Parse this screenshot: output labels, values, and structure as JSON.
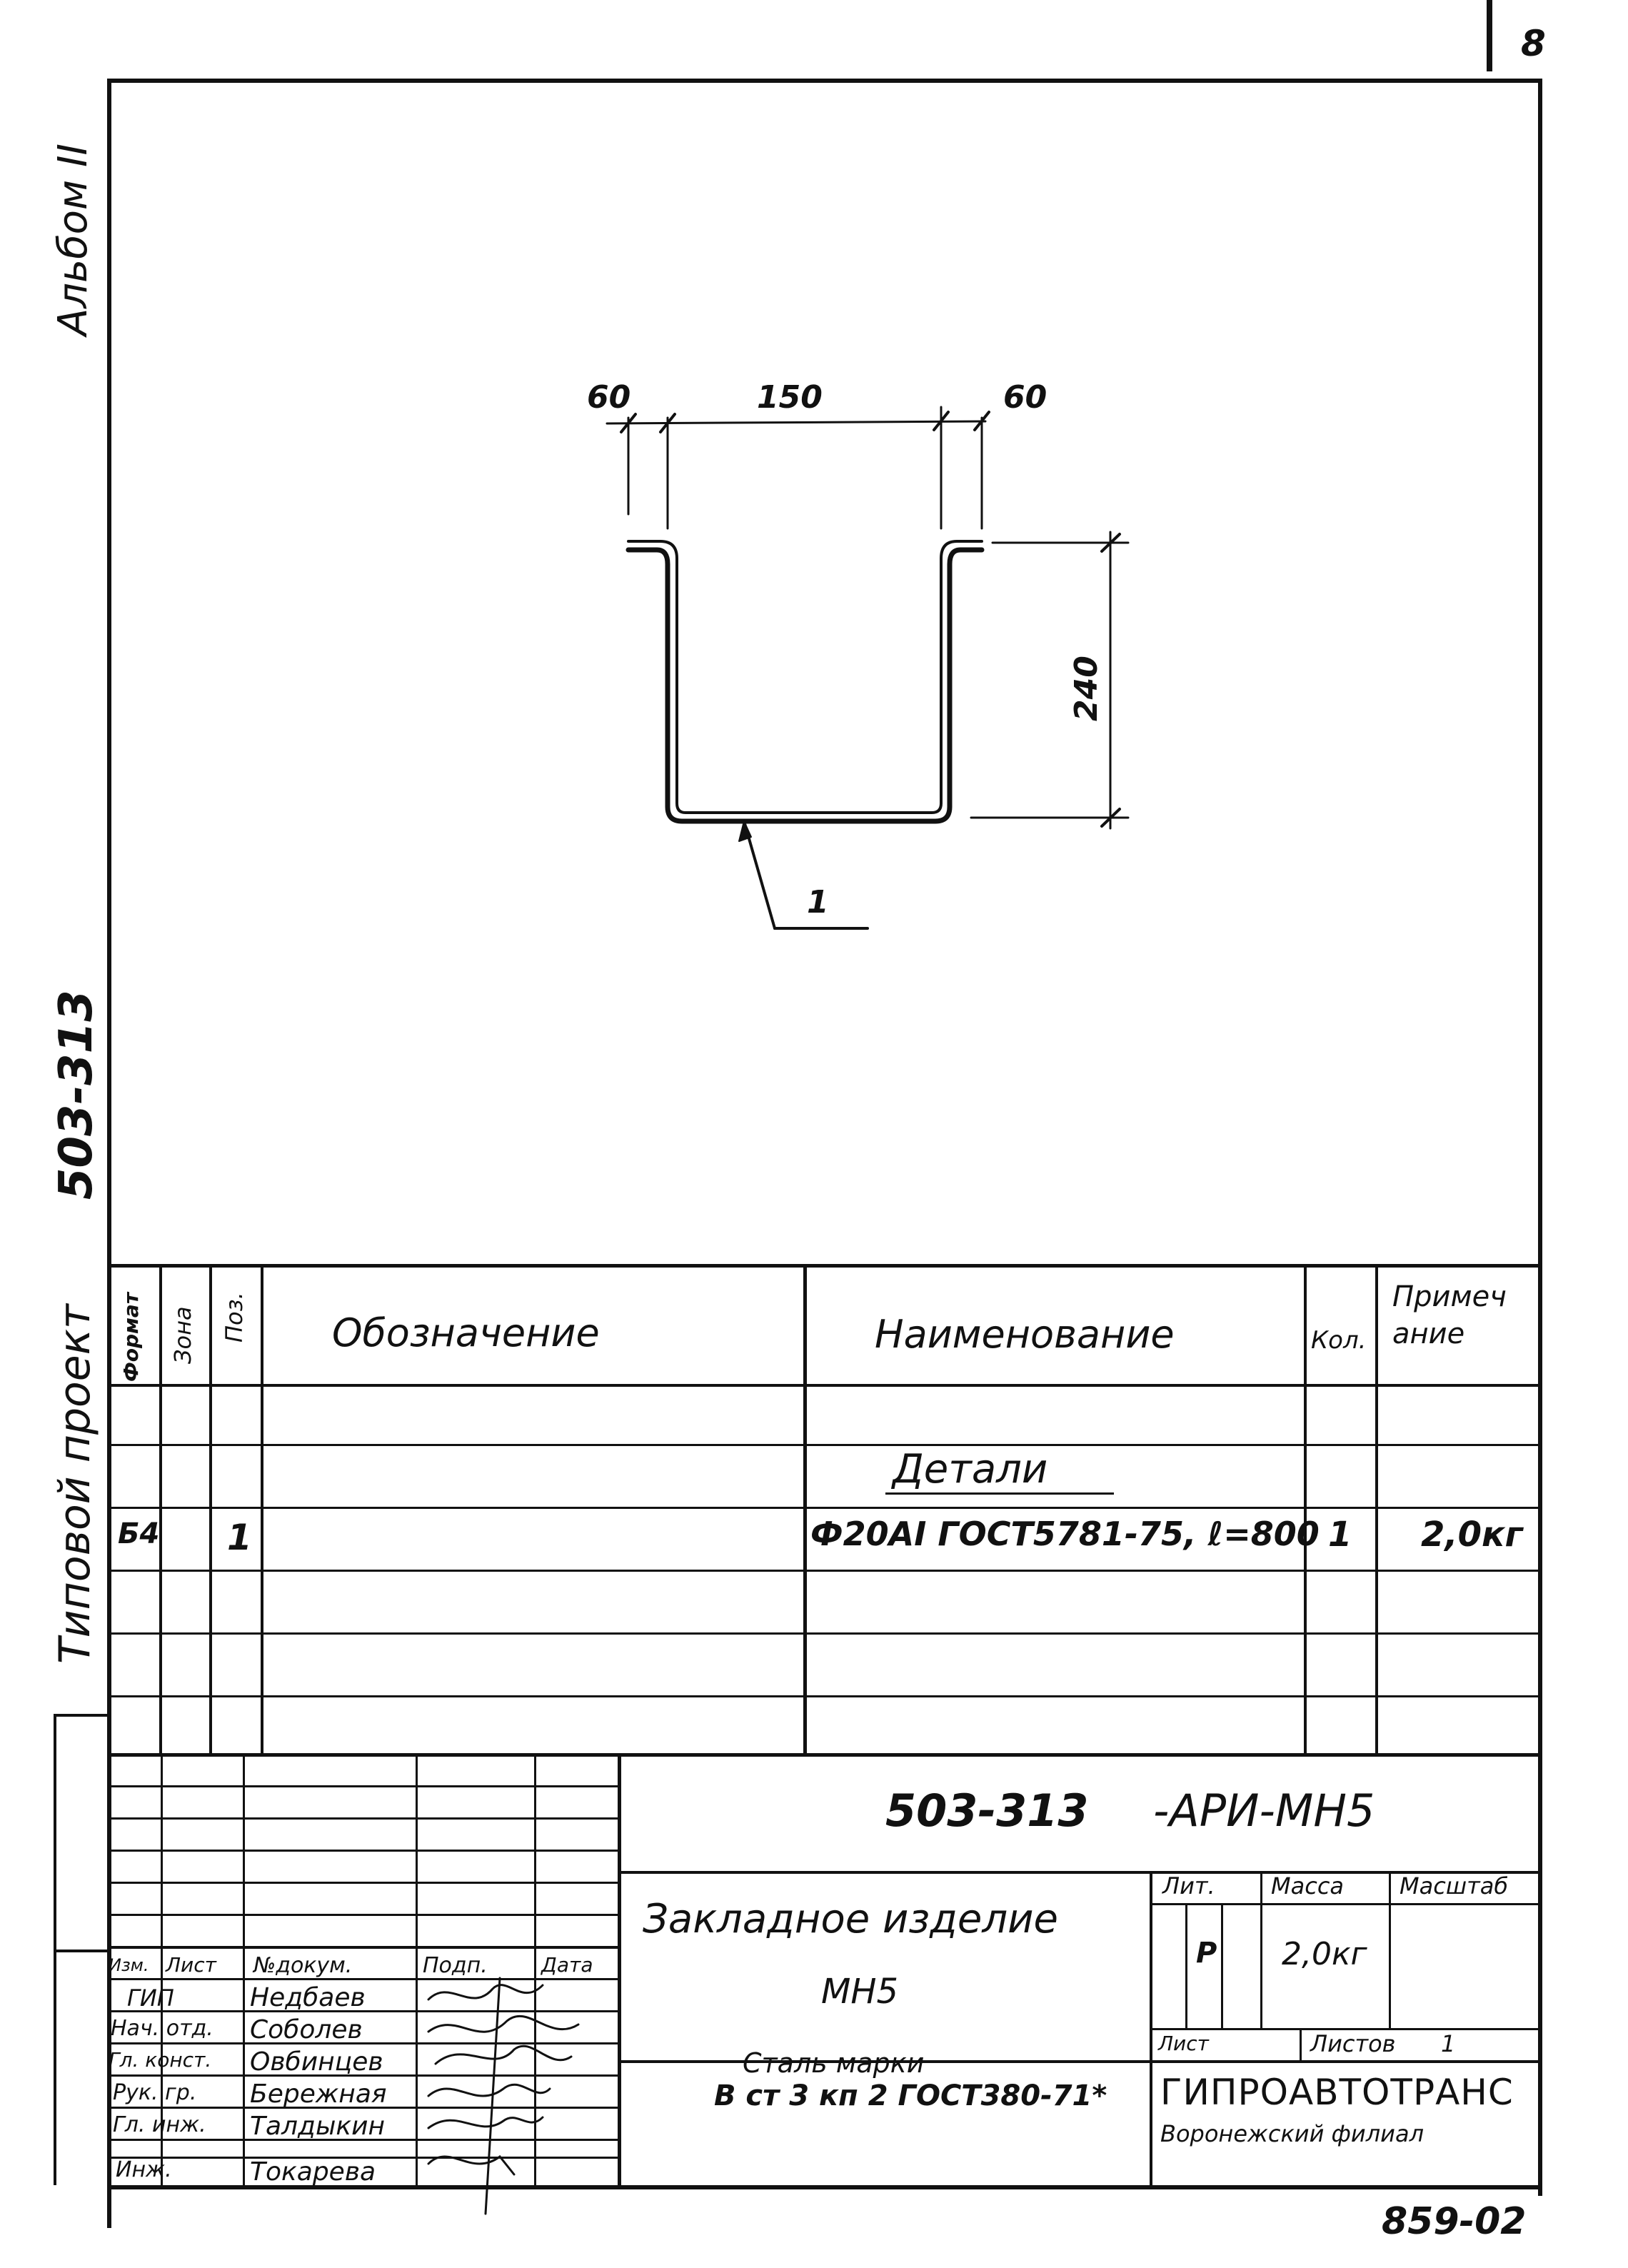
{
  "sheet_number": "8",
  "archive_number": "859-02",
  "margin": {
    "album": "Альбом II",
    "project_code": "503-313",
    "project_label": "Типовой проект"
  },
  "drawing": {
    "dim_left": "60",
    "dim_mid": "150",
    "dim_right": "60",
    "dim_height": "240",
    "position_callout": "1"
  },
  "spec_table": {
    "headers": {
      "format": "Формат",
      "zone": "Зона",
      "pos": "Поз.",
      "designation": "Обозначение",
      "name": "Наименование",
      "qty": "Кол.",
      "note": "Примечание"
    },
    "section_title": "Детали",
    "rows": [
      {
        "format": "Б4",
        "zone": "",
        "pos": "1",
        "designation": "",
        "name": "Ф20АI ГОСТ5781-75, ℓ=800",
        "qty": "1",
        "note": "2,0кг"
      }
    ]
  },
  "title_block": {
    "doc_code": "503-313",
    "doc_suffix": "-АРИ-МН5",
    "title_line1": "Закладное изделие",
    "title_line2": "МН5",
    "material_line1": "Сталь марки",
    "material_line2": "В ст 3 кп 2 ГОСТ380-71*",
    "org_name": "ГИПРОАВТОТРАНС",
    "org_branch": "Воронежский филиал",
    "col_headers": {
      "izm": "Изм.",
      "list": "Лист",
      "doc": "№докум.",
      "sign": "Подп.",
      "date": "Дата"
    },
    "lit_label": "Лит.",
    "mass_label": "Масса",
    "scale_label": "Масштаб",
    "lit_value": "Р",
    "mass_value": "2,0кг",
    "sheet_label": "Лист",
    "sheets_label": "Листов",
    "sheets_value": "1",
    "people": [
      {
        "role": "ГИП",
        "name": "Недбаев"
      },
      {
        "role": "Нач. отд.",
        "name": "Соболев"
      },
      {
        "role": "Гл. конст.",
        "name": "Овбинцев"
      },
      {
        "role": "Рук. гр.",
        "name": "Бережная"
      },
      {
        "role": "Гл. инж.",
        "name": "Талдыкин"
      },
      {
        "role": "Инж.",
        "name": "Токарева"
      }
    ]
  }
}
